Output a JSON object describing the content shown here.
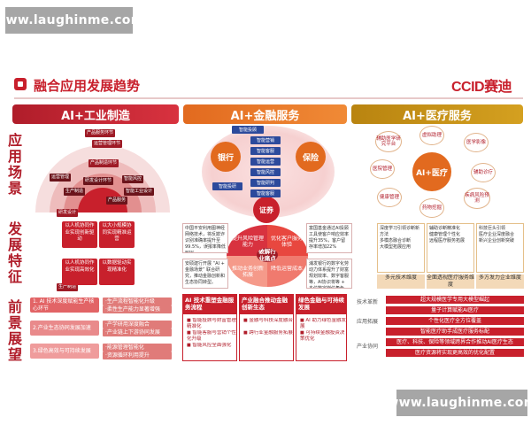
{
  "watermark": {
    "top": "www.laughinme.com",
    "bottom": "www.laughinme.com"
  },
  "page": {
    "title": "融合应用发展趋势",
    "brand": "CCID赛迪"
  },
  "columns": {
    "industry": "AI+工业制造",
    "finance": "AI+金融服务",
    "medical": "AI+医疗服务"
  },
  "rows": {
    "application": "应用场景",
    "development": "发展特征",
    "prospect": "前景展望"
  },
  "industry": {
    "ring_tags": [
      "产品服务环节",
      "运营管理环节",
      "产品制造环节",
      "研发设计环节",
      "智能风控",
      "智能工业设计",
      "运营管理",
      "生产制造",
      "产品服务",
      "研发设计",
      "生产制造"
    ],
    "dev_boxes": [
      "以人机协同作业实现创新驱动",
      "以大小规模协同实现精准运营",
      "以人机协同作业实现高效化",
      "以数据驱动实现精准化"
    ],
    "prospects": [
      "1. AI 技术深度赋能生产核心环节",
      "2.产业生态协同发展加速",
      "3.绿色高效与可持续发展"
    ],
    "prospect_details": [
      "·生产流程智能化升级",
      "·柔性生产能力显著增强",
      "·产学研用深度融合",
      "·产业链上下游协同发展",
      "·能源管理智能化",
      "·资源循环利用提升"
    ]
  },
  "finance": {
    "chips": [
      "智能投顾",
      "智能营销",
      "智能客服",
      "智能运营",
      "智能风控",
      "智能研判",
      "智能投研",
      "智能客服"
    ],
    "circles": {
      "bank": "银行",
      "insurance": "保险",
      "securities": "证券"
    },
    "quadrants": [
      "提升风险管理能力",
      "优化客户服务体验",
      "推动业务创新拓展",
      "降低运营成本"
    ],
    "center": "破解行业痛点",
    "left_text": "中国平安利用图神经网络技术，将反欺诈识别准确率提升至99.5%，误报率降低80%",
    "left_text2": "安硕建行开展 “AI + 金融场景” 联合研究，推动金融创新和生态协同转型。",
    "right_text": "富国基金通过AI投顾工具使客户响应效率提升35%，客户留存率增加22%",
    "right_text2": "浦发银行的数字化劳动力体系提升了财富规划效率、数字客服等，AI协识将等 + 多位数字岗位角色。",
    "bottom": [
      {
        "title": "AI 技术重塑金融服务流程",
        "items": [
          "智能投顾与财富管理精准化",
          "智能客服与营销个性化升级",
          "智能风控全面强化"
        ]
      },
      {
        "title": "产业融合推动金融创新生态",
        "items": [
          "金融与科技深度融合",
          "跨行业金融服务拓展"
        ]
      },
      {
        "title": "绿色金融与可持续发展",
        "items": [
          "AI 助力绿色金融发展",
          "可持续金融投资决策优化"
        ]
      }
    ]
  },
  "medical": {
    "center": "AI+医疗",
    "satellites": [
      "虚拟助理",
      "医学影像",
      "辅助诊疗",
      "疾病风险预测",
      "药物挖掘",
      "健康管理",
      "医院管理",
      "辅助医学研究平台"
    ],
    "dev_cols": [
      {
        "items": [
          "深度学习引领诊断新方法",
          "多模态融合诊断",
          "大模型拓展应用"
        ],
        "label": "多元技术维度"
      },
      {
        "items": [
          "辅助诊断精准化",
          "健康管理个性化",
          "远程医疗服务拓展"
        ],
        "label": "全面透视医疗服务维度"
      },
      {
        "items": [
          "科技巨头引领",
          "医疗企业深度融合",
          "新兴企业创新突破"
        ],
        "label": "多方发力企业维度"
      }
    ],
    "tech_label": "技术革新",
    "app_label": "应用拓展",
    "industry_label": "产业协同",
    "tech_rows": [
      "超大规模医学专用大模型崛起",
      "量子计算赋能AI医疗",
      "个性化医疗全方位覆盖",
      "智能医疗助手成医疗服务标配",
      "医疗、科技、保险等领域跨界合作推动AI医疗生态",
      "医疗资源将实现更高效的优化配置"
    ]
  }
}
